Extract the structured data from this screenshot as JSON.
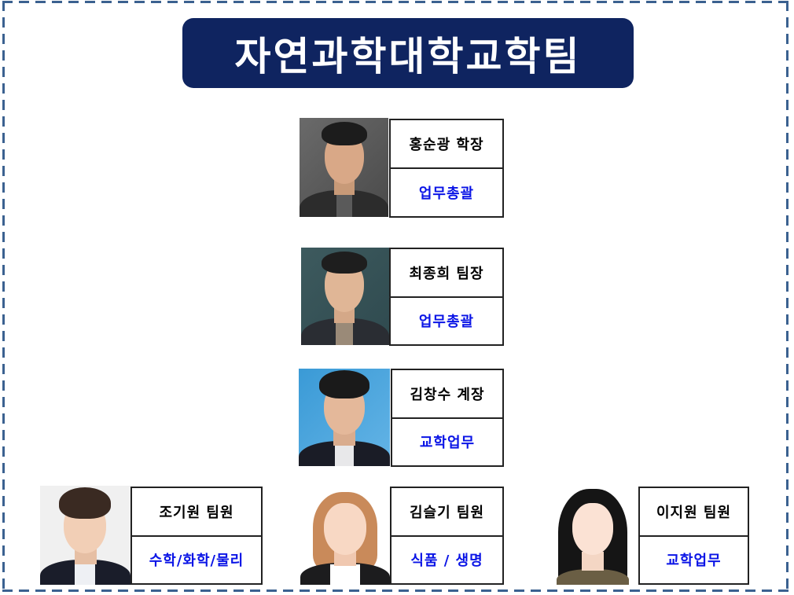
{
  "title": "자연과학대학교학팀",
  "colors": {
    "title_bg": "#0f2460",
    "title_text": "#ffffff",
    "frame_dash": "#3b6190",
    "name_text": "#000000",
    "role_text": "#0a14e6"
  },
  "members": [
    {
      "name": "홍순광 학장",
      "role": "업무총괄",
      "photo": "portrait-photo"
    },
    {
      "name": "최종희 팀장",
      "role": "업무총괄",
      "photo": "portrait-photo"
    },
    {
      "name": "김창수 계장",
      "role": "교학업무",
      "photo": "portrait-photo"
    },
    {
      "name": "조기원 팀원",
      "role": "수학/화학/물리",
      "photo": "portrait-photo"
    },
    {
      "name": "김슬기 팀원",
      "role": "식품 / 생명",
      "photo": "portrait-photo"
    },
    {
      "name": "이지원 팀원",
      "role": "교학업무",
      "photo": "portrait-photo"
    }
  ]
}
